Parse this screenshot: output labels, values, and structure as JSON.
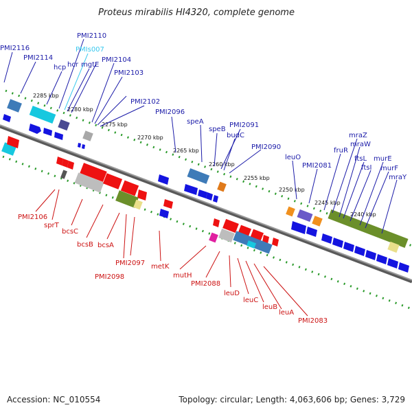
{
  "title": "Proteus mirabilis HI4320, complete genome",
  "accession": "Accession: NC_010554",
  "topology": "Topology: circular; Length: 4,063,606 bp; Genes: 3,729",
  "colors": {
    "forward_label": "#1a1aa8",
    "reverse_label": "#cc1111",
    "highlight_label": "#38c8ee",
    "backbone": "#777777",
    "tick_green": "#2a9a2a"
  },
  "kbp_ticks": [
    "2285 kbp",
    "2280 kbp",
    "2275 kbp",
    "2270 kbp",
    "2265 kbp",
    "2260 kbp",
    "2255 kbp",
    "2250 kbp",
    "2245 kbp",
    "2240 kbp"
  ],
  "forward_labels": [
    "PMI2116",
    "PMI2114",
    "hcp",
    "PMI2110",
    "PMIs007",
    "hcr",
    "mgtE",
    "PMI2104",
    "PMI2103",
    "PMI2102",
    "PMI2096",
    "speA",
    "speB",
    "PMI2091",
    "budC",
    "PMI2090",
    "leuO",
    "PMI2081",
    "fruR",
    "mraZ",
    "mraW",
    "ftsL",
    "ftsI",
    "murE",
    "murF",
    "mraY"
  ],
  "reverse_labels": [
    "PMI2106",
    "sprT",
    "bcsC",
    "bcsB",
    "bcsA",
    "PMI2097",
    "PMI2098",
    "metK",
    "mutH",
    "PMI2088",
    "leuD",
    "leuC",
    "leuB",
    "leuA",
    "PMI2083"
  ]
}
